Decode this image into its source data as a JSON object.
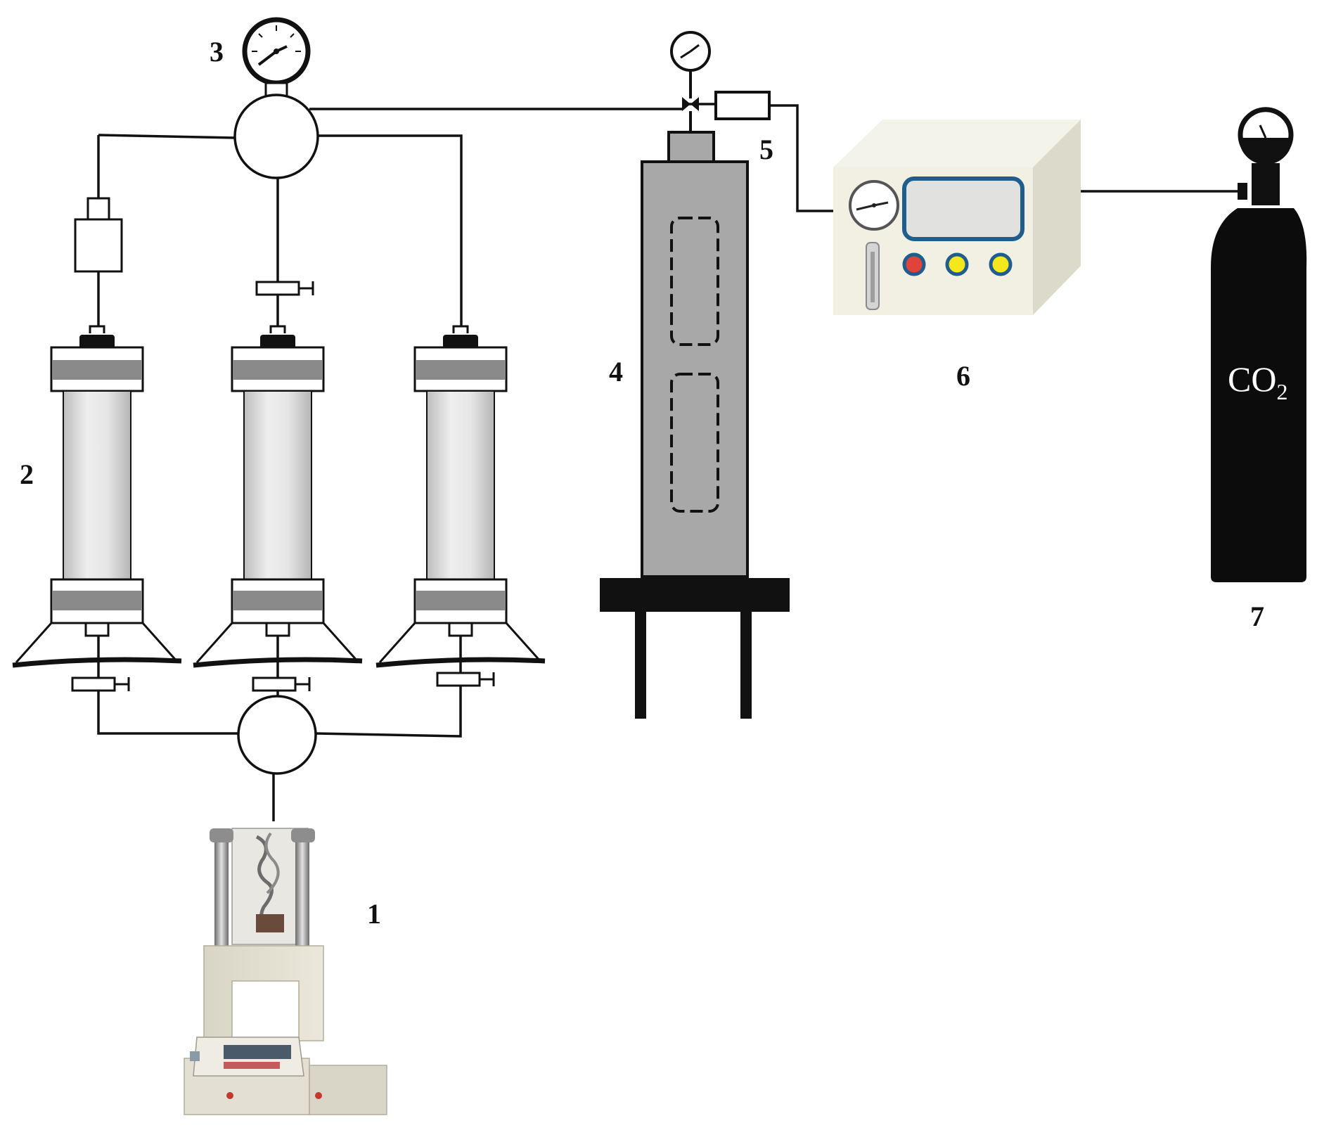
{
  "labels": {
    "pump": "1",
    "cylinders": "2",
    "valve_manifold": "3",
    "reactor": "4",
    "flow_element": "5",
    "controller": "6",
    "gas_cylinder": "7"
  },
  "gas": {
    "formula_main": "CO",
    "formula_sub": "2"
  },
  "colors": {
    "line": "#111111",
    "cylinder_band": "#8a8a8a",
    "reactor_body": "#a8a8a8",
    "controller_face": "#f1f0e3",
    "controller_side": "#dcdacb",
    "screen_border": "#1f5d8c",
    "button_red": "#e0433a",
    "button_yellow": "#f4e81c",
    "gas_cylinder": "#0c0c0c"
  },
  "icons": [
    "pressure-gauge-icon",
    "needle-valve-icon",
    "manifold-valve-icon",
    "filter-icon",
    "syringe-pump-icon"
  ]
}
